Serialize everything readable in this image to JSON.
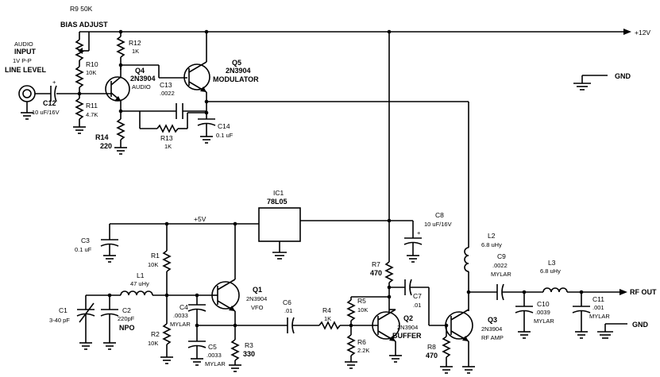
{
  "labels": {
    "r9": "R9  50K",
    "bias_adjust": "BIAS ADJUST",
    "audio_input": "AUDIO",
    "input": "INPUT",
    "vpp": "1V P-P",
    "line_level": "LINE LEVEL",
    "c12": "C12",
    "c12_val": "10 uF/16V",
    "r12": "R12",
    "r12_val": "1K",
    "r10": "R10",
    "r10_val": "10K",
    "r11": "R11",
    "r11_val": "4.7K",
    "q4": "Q4",
    "q4_type": "2N3904",
    "q4_role": "AUDIO",
    "q5": "Q5",
    "q5_type": "2N3904",
    "q5_role": "MODULATOR",
    "c13": "C13",
    "c13_val": ".0022",
    "r13": "R13",
    "r13_val": "1K",
    "r14": "R14",
    "r14_val": "220",
    "c14": "C14",
    "c14_val": "0.1 uF",
    "plus12": "+12V",
    "gnd_top": "GND",
    "ic1": "IC1",
    "ic1_type": "78L05",
    "plus5": "+5V",
    "c8": "C8",
    "c8_val": "10 uF/16V",
    "c3": "C3",
    "c3_val": "0.1 uF",
    "r1": "R1",
    "r1_val": "10K",
    "l1": "L1",
    "l1_val": "47 uHy",
    "q1": "Q1",
    "q1_type": "2N3904",
    "q1_role": "VFO",
    "c1": "C1",
    "c1_val": "3-40 pF",
    "c2": "C2",
    "c2_val": "220pF",
    "c2_type": "NPO",
    "c4": "C4",
    "c4_val": ".0033",
    "c4_type": "MYLAR",
    "r2": "R2",
    "r2_val": "10K",
    "c5": "C5",
    "c5_val": ".0033",
    "c5_type": "MYLAR",
    "r3": "R3",
    "r3_val": "330",
    "c6": "C6",
    "c6_val": ".01",
    "r4": "R4",
    "r4_val": "1K",
    "r7": "R7",
    "r7_val": "470",
    "r5": "R5",
    "r5_val": "10K",
    "r6": "R6",
    "r6_val": "2.2K",
    "c7": "C7",
    "c7_val": ".01",
    "q2": "Q2",
    "q2_type": "2N3904",
    "q2_role": "BUFFER",
    "r8": "R8",
    "r8_val": "470",
    "l2": "L2",
    "l2_val": "6.8 uHy",
    "c9": "C9",
    "c9_val": ".0022",
    "c9_type": "MYLAR",
    "l3": "L3",
    "l3_val": "6.8 uHy",
    "q3": "Q3",
    "q3_type": "2N3904",
    "q3_role": "RF AMP",
    "c10": "C10",
    "c10_val": ".0039",
    "c10_type": "MYLAR",
    "c11": "C11",
    "c11_val": ".001",
    "c11_type": "MYLAR",
    "rf_out": "RF OUT",
    "gnd_bottom": "GND",
    "plus_sign": "+"
  }
}
